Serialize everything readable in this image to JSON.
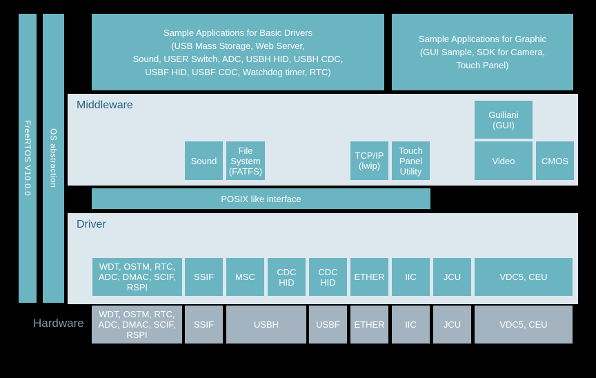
{
  "palette": {
    "background": "#000000",
    "teal_box": "#6ab5c1",
    "panel_light": "#dde8ee",
    "hardware_gray": "#a3b4c0",
    "heading_text": "#2b6284",
    "hardware_label_text": "#8296a9",
    "box_text": "#ffffff"
  },
  "left_bars": {
    "freertos": "FreeRTOS V10.0.0",
    "os_abstraction": "OS abstraction"
  },
  "applications": {
    "basic_drivers": "Sample Applications for Basic Drivers\n(USB Mass Storage, Web Server,\nSound, USER Switch, ADC, USBH HID, USBH CDC,\nUSBF HID, USBF CDC, Watchdog timer, RTC)",
    "graphic": "Sample Applications for Graphic\n(GUI Sample, SDK for Camera,\nTouch Panel)"
  },
  "middleware": {
    "title": "Middleware",
    "boxes": [
      {
        "id": "sound",
        "label": "Sound"
      },
      {
        "id": "file-system",
        "label": "File\nSystem\n(FATFS)"
      },
      {
        "id": "tcp-ip",
        "label": "TCP/IP\n(lwip)"
      },
      {
        "id": "touch-panel-utility",
        "label": "Touch\nPanel\nUtility"
      },
      {
        "id": "guiliani",
        "label": "Guiliani\n(GUI)"
      },
      {
        "id": "video",
        "label": "Video"
      },
      {
        "id": "cmos",
        "label": "CMOS"
      }
    ]
  },
  "posix": {
    "label": "POSIX like interface"
  },
  "driver": {
    "title": "Driver",
    "boxes": [
      {
        "id": "wdt-group",
        "label": "WDT, OSTM, RTC,\nADC, DMAC, SCIF,\nRSPI"
      },
      {
        "id": "ssif",
        "label": "SSIF"
      },
      {
        "id": "msc",
        "label": "MSC"
      },
      {
        "id": "cdc-hid-1",
        "label": "CDC\nHID"
      },
      {
        "id": "cdc-hid-2",
        "label": "CDC\nHID"
      },
      {
        "id": "ether",
        "label": "ETHER"
      },
      {
        "id": "iic",
        "label": "IIC"
      },
      {
        "id": "jcu",
        "label": "JCU"
      },
      {
        "id": "vdc5-ceu",
        "label": "VDC5, CEU"
      }
    ]
  },
  "hardware": {
    "title": "Hardware",
    "boxes": [
      {
        "id": "wdt-group",
        "label": "WDT, OSTM, RTC,\nADC, DMAC, SCIF,\nRSPI"
      },
      {
        "id": "ssif",
        "label": "SSIF"
      },
      {
        "id": "usbh",
        "label": "USBH"
      },
      {
        "id": "usbf",
        "label": "USBF"
      },
      {
        "id": "ether",
        "label": "ETHER"
      },
      {
        "id": "iic",
        "label": "IIC"
      },
      {
        "id": "jcu",
        "label": "JCU"
      },
      {
        "id": "vdc5-ceu",
        "label": "VDC5, CEU"
      }
    ]
  }
}
